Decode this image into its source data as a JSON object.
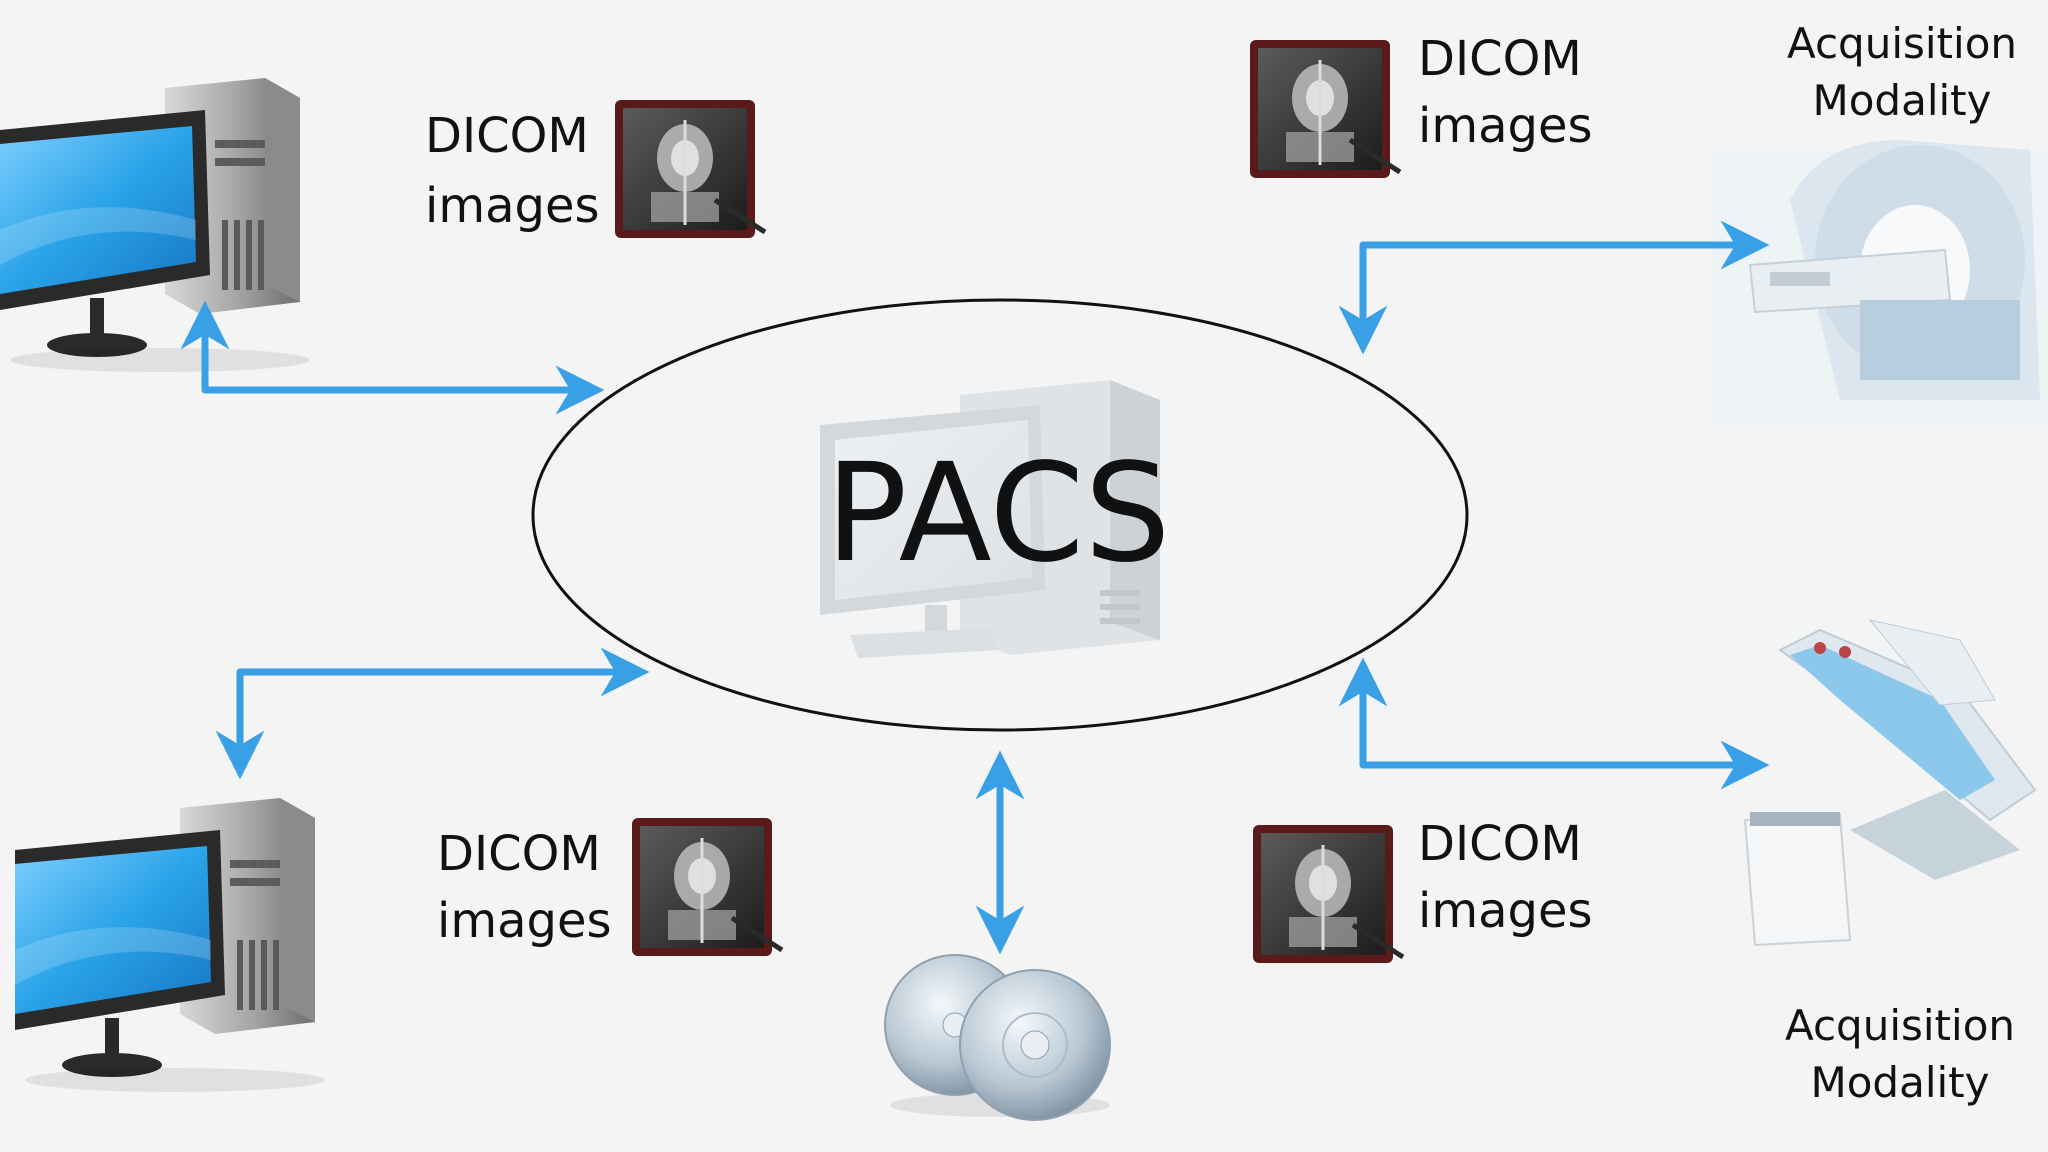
{
  "center": {
    "label": "PACS"
  },
  "nodes": {
    "workstation_top": {
      "icon": "desktop-computer-icon"
    },
    "workstation_bottom": {
      "icon": "desktop-computer-icon"
    },
    "modality_top": {
      "line1": "Acquisition",
      "line2": "Modality",
      "icon": "mri-scanner-icon"
    },
    "modality_bottom": {
      "line1": "Acquisition",
      "line2": "Modality",
      "icon": "xray-table-icon"
    },
    "storage": {
      "icon": "optical-disc-icon"
    }
  },
  "dicom_labels": [
    {
      "line1": "DICOM",
      "line2": "images"
    },
    {
      "line1": "DICOM",
      "line2": "images"
    },
    {
      "line1": "DICOM",
      "line2": "images"
    },
    {
      "line1": "DICOM",
      "line2": "images"
    }
  ],
  "colors": {
    "arrow": "#3aa0e6",
    "ellipse_stroke": "#111111",
    "background": "#f4f4f4",
    "screen": "#35a9ea"
  }
}
